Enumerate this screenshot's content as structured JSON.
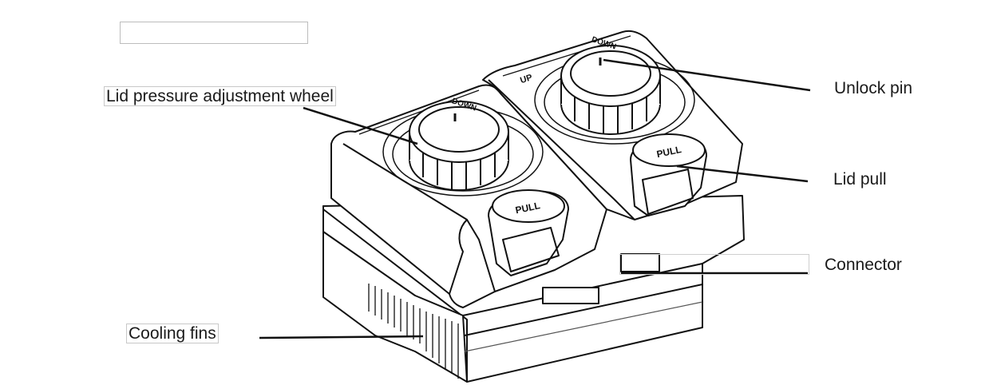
{
  "labels": {
    "lid_wheel": "Lid pressure adjustment wheel",
    "unlock_pin": "Unlock pin",
    "lid_pull": "Lid pull",
    "connector": "Connector",
    "cooling_fins": "Cooling fins"
  },
  "device": {
    "pull_text": "PULL",
    "up_text": "UP",
    "down_text": "DOWN"
  }
}
